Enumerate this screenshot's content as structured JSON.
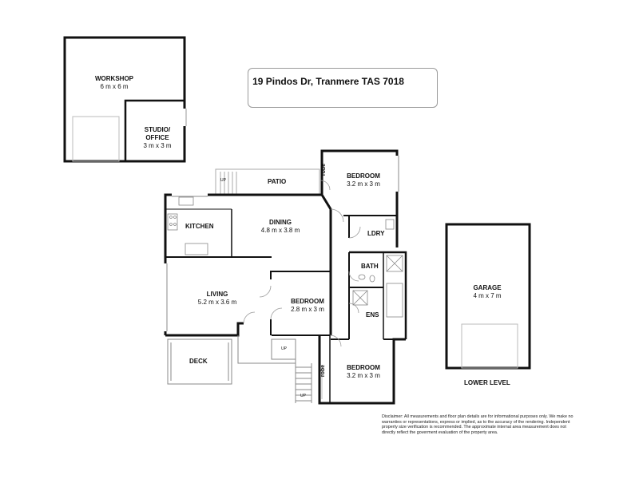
{
  "address": "19 Pindos Dr, Tranmere TAS 7018",
  "rooms": {
    "workshop": {
      "name": "WORKSHOP",
      "size": "6 m x 6 m"
    },
    "studio": {
      "name": "STUDIO/",
      "name2": "OFFICE",
      "size": "3 m x 3 m"
    },
    "patio": {
      "name": "PATIO"
    },
    "bedroom_top": {
      "name": "BEDROOM",
      "size": "3.2 m x 3 m"
    },
    "kitchen": {
      "name": "KITCHEN"
    },
    "dining": {
      "name": "DINING",
      "size": "4.8 m x 3.8 m"
    },
    "laundry": {
      "name": "LDRY"
    },
    "bath": {
      "name": "BATH"
    },
    "living": {
      "name": "LIVING",
      "size": "5.2 m x 3.6 m"
    },
    "bedroom_mid": {
      "name": "BEDROOM",
      "size": "2.8 m x 3 m"
    },
    "ensuite": {
      "name": "ENS"
    },
    "deck": {
      "name": "DECK"
    },
    "bedroom_bottom": {
      "name": "BEDROOM",
      "size": "3.2 m x 3 m"
    },
    "garage": {
      "name": "GARAGE",
      "size": "4 m x 7 m"
    }
  },
  "robe_label": "robe",
  "up_label": "UP",
  "level_label": "LOWER LEVEL",
  "disclaimer": "Disclaimer: All measurements and floor plan details are for informational purposes only. We make no warranties or representations, express or implied, as to the accuracy of the rendering. Independent property size verification is recommended. The approximate internal area measurement does not directly reflect the goverment evaluation of the property area."
}
